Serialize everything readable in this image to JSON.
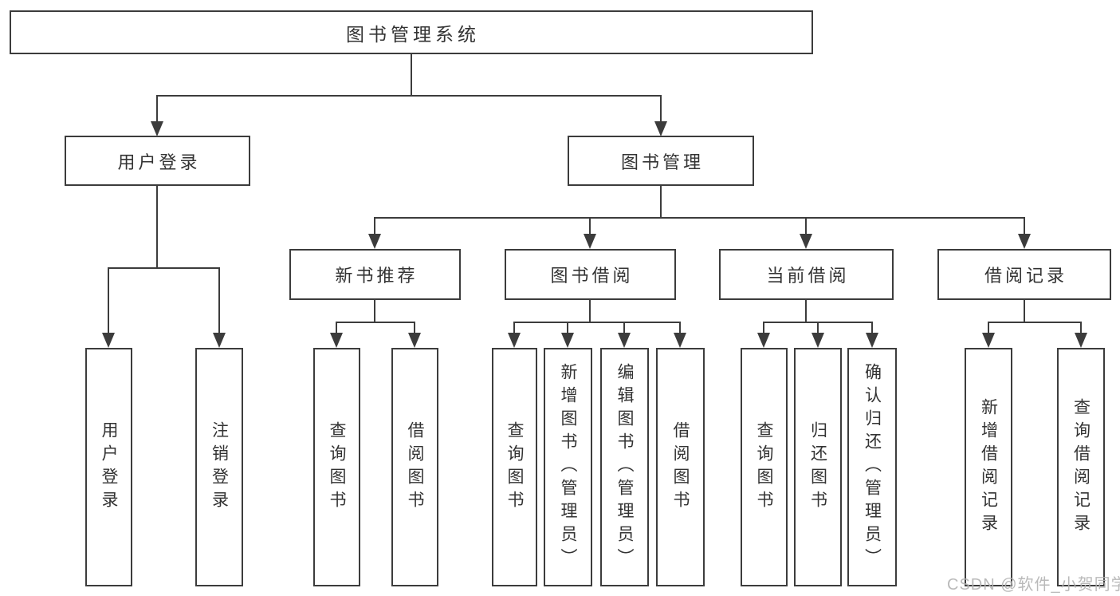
{
  "page": {
    "background_color": "#ffffff",
    "line_color": "#3c3c3c",
    "text_color": "#333333",
    "watermark_color": "#b2b2b2"
  },
  "nodes": {
    "root": {
      "label": "图书管理系统"
    },
    "user_login": {
      "label": "用户登录"
    },
    "book_mgmt": {
      "label": "图书管理"
    },
    "new_book_rec": {
      "label": "新书推荐"
    },
    "book_borrow": {
      "label": "图书借阅"
    },
    "current_borrow": {
      "label": "当前借阅"
    },
    "borrow_records": {
      "label": "借阅记录"
    },
    "leaf_user_login": {
      "label": "用户登录"
    },
    "leaf_logout": {
      "label": "注销登录"
    },
    "leaf_rec_query": {
      "label": "查询图书"
    },
    "leaf_rec_borrow": {
      "label": "借阅图书"
    },
    "leaf_bb_query": {
      "label": "查询图书"
    },
    "leaf_bb_add": {
      "label": "新增图书（管理员）"
    },
    "leaf_bb_edit": {
      "label": "编辑图书（管理员）"
    },
    "leaf_bb_borrow": {
      "label": "借阅图书"
    },
    "leaf_cb_query": {
      "label": "查询图书"
    },
    "leaf_cb_return": {
      "label": "归还图书"
    },
    "leaf_cb_confirm": {
      "label": "确认归还（管理员）"
    },
    "leaf_br_add": {
      "label": "新增借阅记录"
    },
    "leaf_br_query": {
      "label": "查询借阅记录"
    }
  },
  "watermark": {
    "text": "CSDN @软件_小贺同学"
  }
}
